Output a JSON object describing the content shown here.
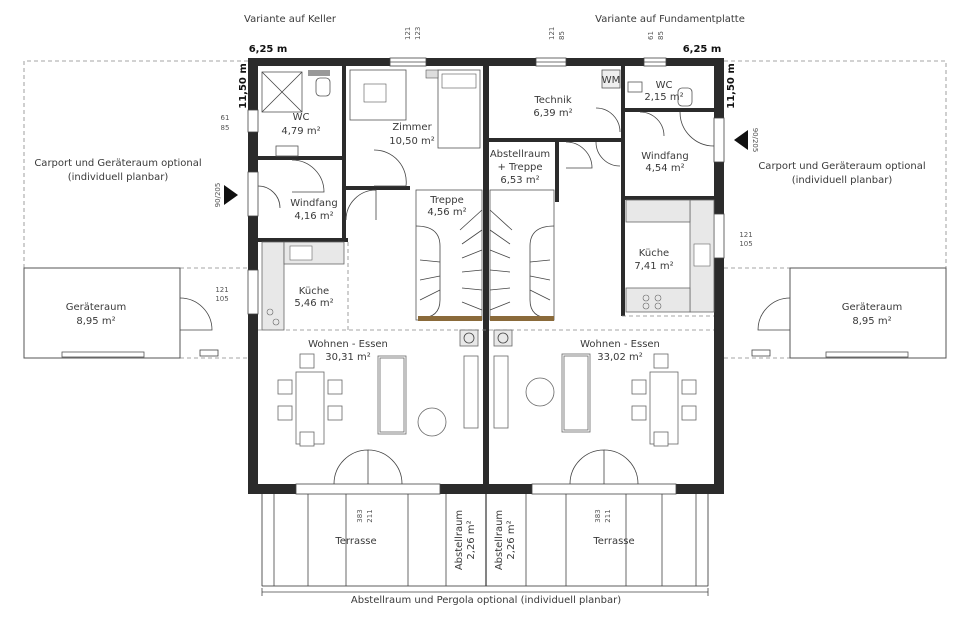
{
  "captions": {
    "left_variant": "Variante auf Keller",
    "right_variant": "Variante auf Fundamentplatte",
    "bottom_note": "Abstellraum und Pergola optional (individuell planbar)"
  },
  "dimensions": {
    "width_left": "6,25 m",
    "width_right": "6,25 m",
    "depth_left": "11,50 m",
    "depth_right": "11,50 m"
  },
  "carport": {
    "left_line1": "Carport und Geräteraum optional",
    "left_line2": "(individuell planbar)",
    "right_line1": "Carport und Geräteraum optional",
    "right_line2": "(individuell planbar)"
  },
  "rooms_left": {
    "wc_name": "WC",
    "wc_area": "4,79 m²",
    "zimmer_name": "Zimmer",
    "zimmer_area": "10,50 m²",
    "windfang_name": "Windfang",
    "windfang_area": "4,16 m²",
    "treppe_name": "Treppe",
    "treppe_area": "4,56 m²",
    "kueche_name": "Küche",
    "kueche_area": "5,46 m²",
    "wohnen_name": "Wohnen - Essen",
    "wohnen_area": "30,31 m²",
    "geraeteraum_name": "Geräteraum",
    "geraeteraum_area": "8,95 m²",
    "terrasse_name": "Terrasse",
    "abstell_name": "Abstellraum",
    "abstell_area": "2,26 m²"
  },
  "rooms_right": {
    "technik_name": "Technik",
    "technik_area": "6,39 m²",
    "wm": "WM",
    "wc_name": "WC",
    "wc_area": "2,15 m²",
    "abstell_treppe_line1": "Abstellraum",
    "abstell_treppe_line2": "+ Treppe",
    "abstell_treppe_area": "6,53 m²",
    "windfang_name": "Windfang",
    "windfang_area": "4,54 m²",
    "kueche_name": "Küche",
    "kueche_area": "7,41 m²",
    "wohnen_name": "Wohnen - Essen",
    "wohnen_area": "33,02 m²",
    "geraeteraum_name": "Geräteraum",
    "geraeteraum_area": "8,95 m²",
    "terrasse_name": "Terrasse",
    "abstell_name": "Abstellraum",
    "abstell_area": "2,26 m²"
  },
  "window_marks": {
    "top_left_a": "121",
    "top_left_b": "123",
    "top_mid_a": "121",
    "top_mid_b": "85",
    "top_right_a": "61",
    "top_right_b": "85",
    "left_wc_a": "61",
    "left_wc_b": "85",
    "left_kitchen_a": "121",
    "left_kitchen_b": "105",
    "right_kitchen_a": "121",
    "right_kitchen_b": "105",
    "terrace_left_a": "383",
    "terrace_left_b": "211",
    "terrace_right_a": "383",
    "terrace_right_b": "211",
    "entry_left": "90/205",
    "entry_right": "90/205"
  }
}
